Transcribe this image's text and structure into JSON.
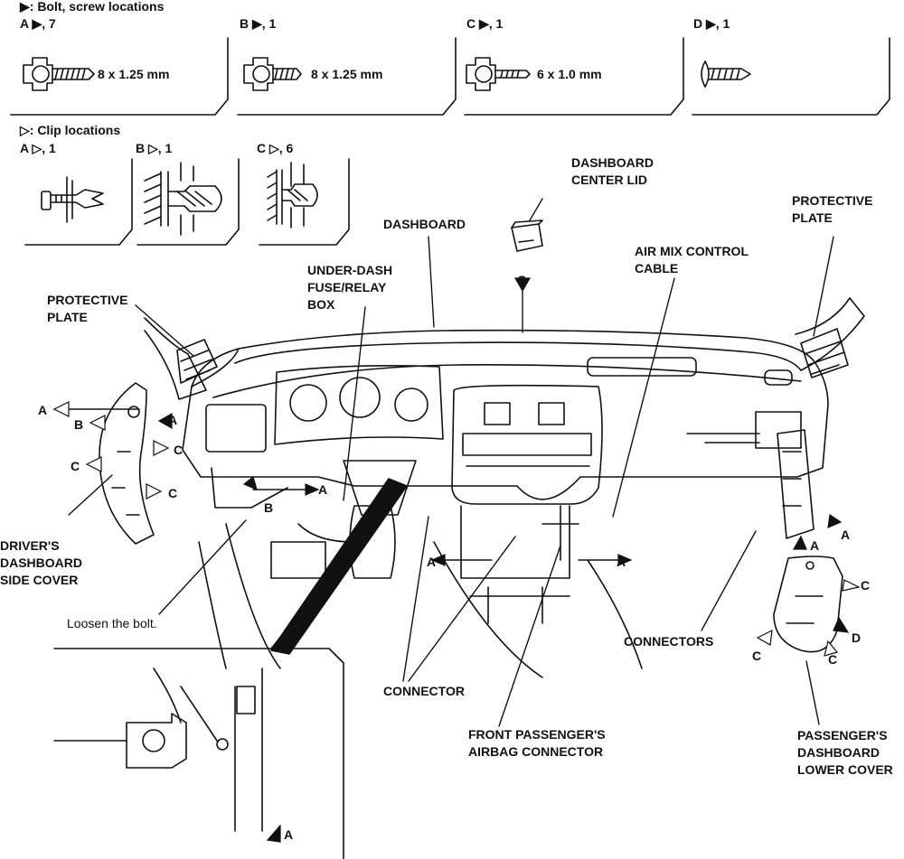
{
  "legend": {
    "bolt_title": "▶: Bolt, screw locations",
    "bolts": [
      {
        "id": "A ▶, 7",
        "size": "8 x 1.25 mm"
      },
      {
        "id": "B ▶, 1",
        "size": "8 x 1.25 mm"
      },
      {
        "id": "C ▶, 1",
        "size": "6 x 1.0 mm"
      },
      {
        "id": "D ▶, 1",
        "size": ""
      }
    ],
    "clip_title": "▷: Clip locations",
    "clips": [
      {
        "id": "A ▷, 1"
      },
      {
        "id": "B ▷, 1"
      },
      {
        "id": "C ▷, 6"
      }
    ]
  },
  "labels": {
    "dashboard_center_lid": [
      "DASHBOARD",
      "CENTER LID"
    ],
    "protective_plate": [
      "PROTECTIVE",
      "PLATE"
    ],
    "dashboard": "DASHBOARD",
    "air_mix_cable": [
      "AIR MIX CONTROL",
      "CABLE"
    ],
    "under_dash_box": [
      "UNDER-DASH",
      "FUSE/RELAY",
      "BOX"
    ],
    "drivers_side_cover": [
      "DRIVER'S",
      "DASHBOARD",
      "SIDE COVER"
    ],
    "loosen_bolt": "Loosen the bolt.",
    "connectors": "CONNECTORS",
    "connector": "CONNECTOR",
    "passenger_airbag": [
      "FRONT PASSENGER'S",
      "AIRBAG CONNECTOR"
    ],
    "passengers_lower_cover": [
      "PASSENGER'S",
      "DASHBOARD",
      "LOWER COVER"
    ]
  },
  "markers": {
    "A": "A",
    "B": "B",
    "C": "C",
    "D": "D"
  }
}
